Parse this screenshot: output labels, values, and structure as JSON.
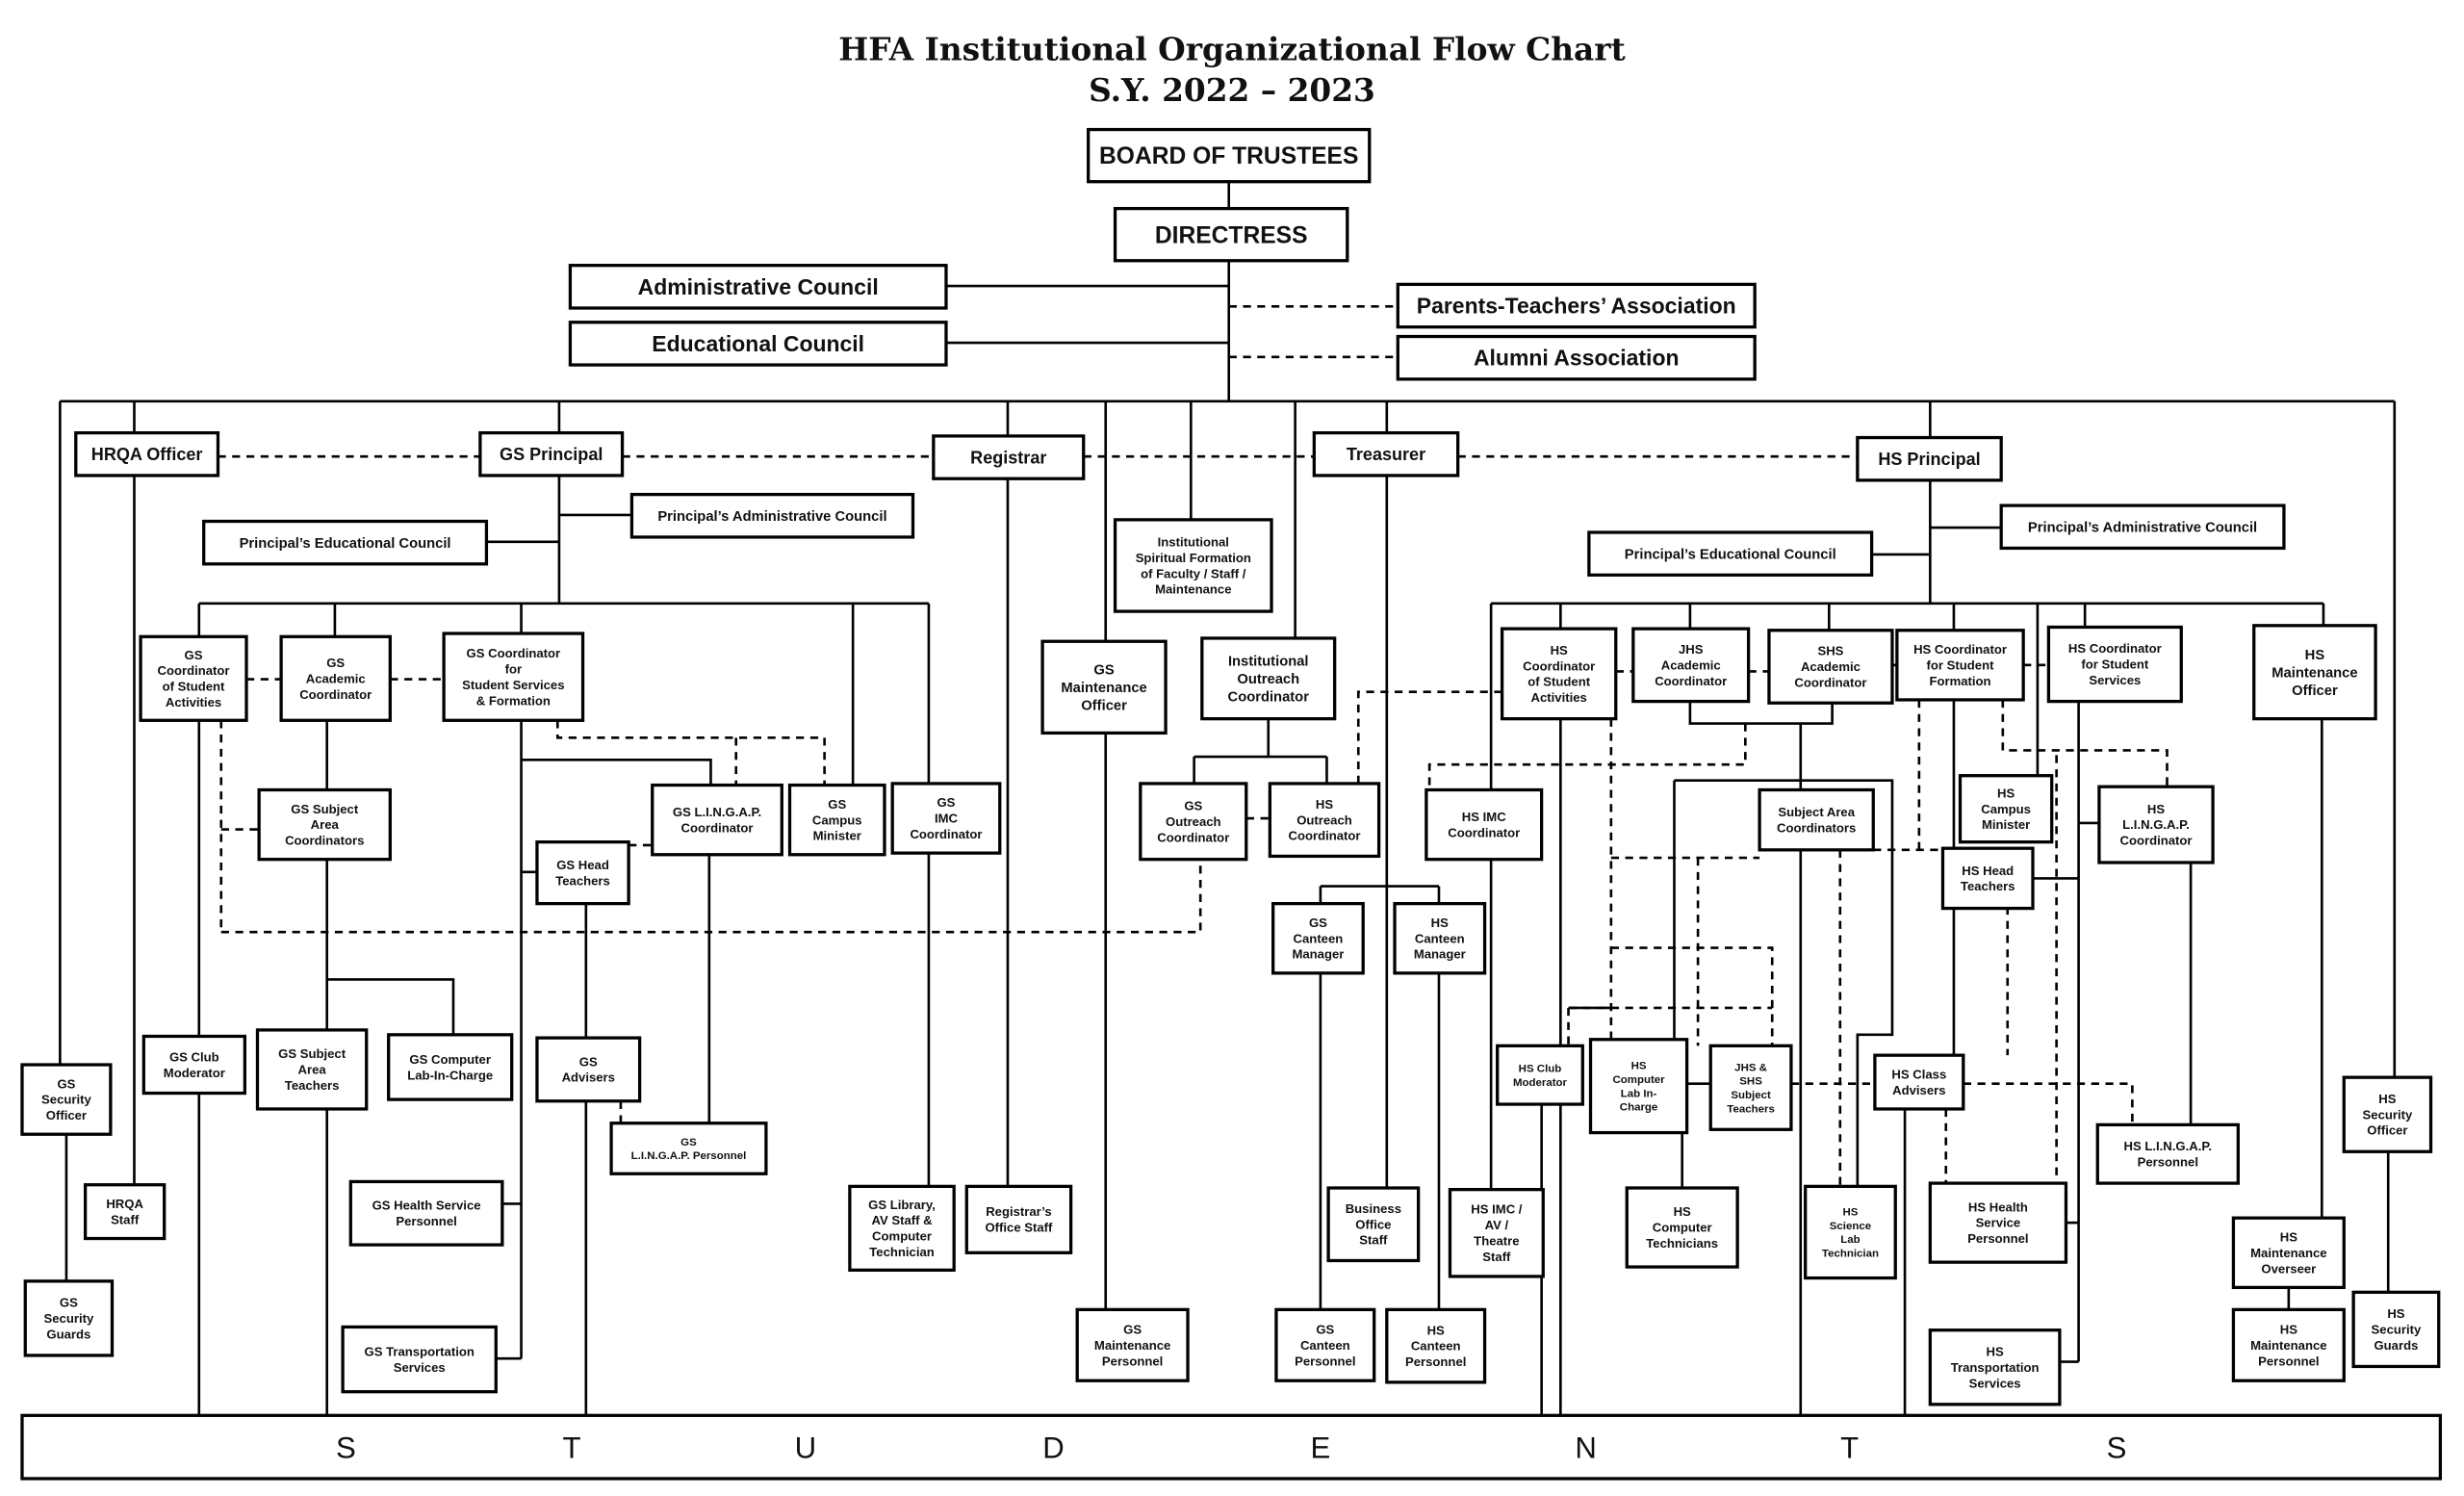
{
  "title": {
    "line1": "HFA Institutional Organizational Flow Chart",
    "line2": "S.Y. 2022 – 2023"
  },
  "nodes": {
    "board": [
      "BOARD OF TRUSTEES"
    ],
    "directress": [
      "DIRECTRESS"
    ],
    "admin_council": [
      "Administrative Council"
    ],
    "edu_council": [
      "Educational Council"
    ],
    "pta": [
      "Parents-Teachers’ Association"
    ],
    "alumni": [
      "Alumni Association"
    ],
    "hrqa_officer": [
      "HRQA Officer"
    ],
    "gs_principal": [
      "GS Principal"
    ],
    "registrar": [
      "Registrar"
    ],
    "treasurer": [
      "Treasurer"
    ],
    "hs_principal": [
      "HS Principal"
    ],
    "gs_pac": [
      "Principal’s Administrative Council"
    ],
    "gs_pec": [
      "Principal’s Educational Council"
    ],
    "inst_spiritual": [
      "Institutional",
      "Spiritual Formation",
      "of Faculty / Staff /",
      "Maintenance"
    ],
    "hs_pac": [
      "Principal’s Administrative Council"
    ],
    "hs_pec": [
      "Principal’s Educational Council"
    ],
    "gs_coord_activities": [
      "GS",
      "Coordinator",
      "of Student",
      "Activities"
    ],
    "gs_academic": [
      "GS",
      "Academic",
      "Coordinator"
    ],
    "gs_coord_services": [
      "GS Coordinator",
      "for",
      "Student Services",
      "& Formation"
    ],
    "gs_maint_officer": [
      "GS",
      "Maintenance",
      "Officer"
    ],
    "inst_outreach": [
      "Institutional",
      "Outreach",
      "Coordinator"
    ],
    "hs_coord_activities": [
      "HS",
      "Coordinator",
      "of Student",
      "Activities"
    ],
    "jhs_academic": [
      "JHS",
      "Academic",
      "Coordinator"
    ],
    "shs_academic": [
      "SHS",
      "Academic",
      "Coordinator"
    ],
    "hs_coord_formation": [
      "HS Coordinator",
      "for Student",
      "Formation"
    ],
    "hs_coord_services": [
      "HS Coordinator",
      "for Student",
      "Services"
    ],
    "hs_maint_officer": [
      "HS",
      "Maintenance",
      "Officer"
    ],
    "gs_subject_coords": [
      "GS Subject",
      "Area",
      "Coordinators"
    ],
    "gs_lingap_coord": [
      "GS L.I.N.G.A.P.",
      "Coordinator"
    ],
    "gs_campus_minister": [
      "GS",
      "Campus",
      "Minister"
    ],
    "gs_imc": [
      "GS",
      "IMC",
      "Coordinator"
    ],
    "gs_head_teachers": [
      "GS Head",
      "Teachers"
    ],
    "gs_outreach": [
      "GS",
      "Outreach",
      "Coordinator"
    ],
    "hs_outreach": [
      "HS",
      "Outreach",
      "Coordinator"
    ],
    "hs_imc": [
      "HS IMC",
      "Coordinator"
    ],
    "hs_subject_coords": [
      "Subject Area",
      "Coordinators"
    ],
    "hs_campus_minister": [
      "HS",
      "Campus",
      "Minister"
    ],
    "hs_lingap_coord": [
      "HS",
      "L.I.N.G.A.P.",
      "Coordinator"
    ],
    "hs_head_teachers": [
      "HS Head",
      "Teachers"
    ],
    "gs_canteen_mgr": [
      "GS",
      "Canteen",
      "Manager"
    ],
    "hs_canteen_mgr": [
      "HS",
      "Canteen",
      "Manager"
    ],
    "gs_security_officer": [
      "GS",
      "Security",
      "Officer"
    ],
    "gs_club_mod": [
      "GS Club",
      "Moderator"
    ],
    "gs_subject_teachers": [
      "GS Subject",
      "Area",
      "Teachers"
    ],
    "gs_comp_lab": [
      "GS Computer",
      "Lab-In-Charge"
    ],
    "gs_advisers": [
      "GS",
      "Advisers"
    ],
    "gs_lingap_personnel": [
      "GS",
      "L.I.N.G.A.P. Personnel"
    ],
    "hrqa_staff": [
      "HRQA",
      "Staff"
    ],
    "gs_health": [
      "GS Health Service",
      "Personnel"
    ],
    "gs_library": [
      "GS Library,",
      "AV Staff &",
      "Computer",
      "Technician"
    ],
    "registrar_staff": [
      "Registrar’s",
      "Office Staff"
    ],
    "gs_security_guards": [
      "GS",
      "Security",
      "Guards"
    ],
    "gs_transport": [
      "GS Transportation",
      "Services"
    ],
    "gs_maint_personnel": [
      "GS",
      "Maintenance",
      "Personnel"
    ],
    "business_office": [
      "Business",
      "Office",
      "Staff"
    ],
    "hs_imc_staff": [
      "HS IMC /",
      "AV /",
      "Theatre",
      "Staff"
    ],
    "gs_canteen_personnel": [
      "GS",
      "Canteen",
      "Personnel"
    ],
    "hs_canteen_personnel": [
      "HS",
      "Canteen",
      "Personnel"
    ],
    "hs_club_mod": [
      "HS Club",
      "Moderator"
    ],
    "hs_comp_lab": [
      "HS",
      "Computer",
      "Lab In-",
      "Charge"
    ],
    "jshs_teachers": [
      "JHS &",
      "SHS",
      "Subject",
      "Teachers"
    ],
    "hs_class_advisers": [
      "HS Class",
      "Advisers"
    ],
    "hs_comp_tech": [
      "HS",
      "Computer",
      "Technicians"
    ],
    "hs_sci_lab": [
      "HS",
      "Science",
      "Lab",
      "Technician"
    ],
    "hs_health": [
      "HS Health",
      "Service",
      "Personnel"
    ],
    "hs_lingap_personnel": [
      "HS L.I.N.G.A.P.",
      "Personnel"
    ],
    "hs_security_officer": [
      "HS",
      "Security",
      "Officer"
    ],
    "hs_maint_overseer": [
      "HS",
      "Maintenance",
      "Overseer"
    ],
    "hs_maint_personnel": [
      "HS",
      "Maintenance",
      "Personnel"
    ],
    "hs_security_guards": [
      "HS",
      "Security",
      "Guards"
    ],
    "hs_transport": [
      "HS",
      "Transportation",
      "Services"
    ]
  },
  "students": {
    "letters": [
      "S",
      "T",
      "U",
      "D",
      "E",
      "N",
      "T",
      "S"
    ]
  }
}
